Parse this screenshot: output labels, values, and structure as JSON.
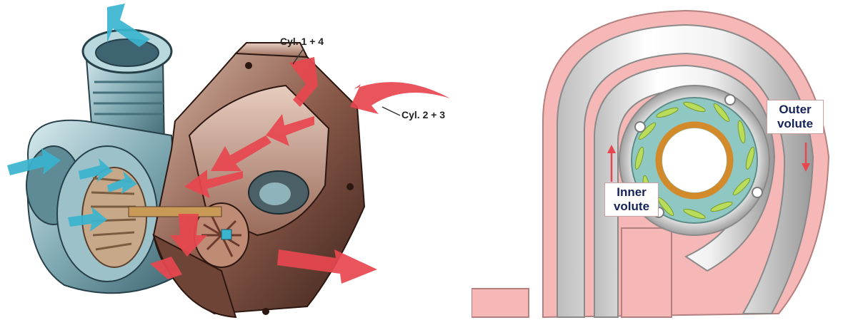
{
  "left_diagram": {
    "label_cyl_1_4": "Cyl. 1 + 4",
    "label_cyl_2_3": "Cyl. 2 + 3"
  },
  "right_diagram": {
    "label_outer_volute_line1": "Outer",
    "label_outer_volute_line2": "volute",
    "label_inner_volute_line1": "Inner",
    "label_inner_volute_line2": "volute"
  },
  "colors": {
    "exhaust_arrow": "#e8474f",
    "intake_arrow": "#3ab4cf",
    "housing_pink": "#f6b7b7",
    "vane_ring_teal": "#8fc7c3",
    "bearing_orange": "#d38a2a",
    "label_text_navy": "#16235a"
  }
}
